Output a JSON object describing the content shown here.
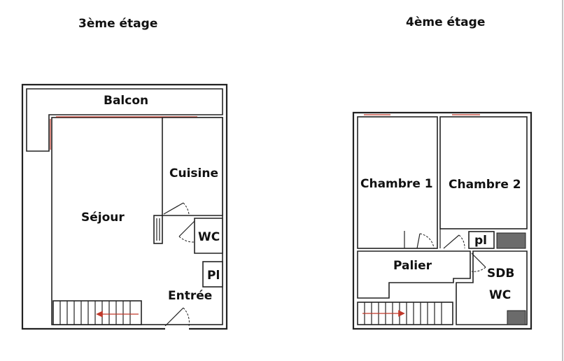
{
  "floors": [
    {
      "title": "3ème étage",
      "rooms": {
        "balcon": "Balcon",
        "cuisine": "Cuisine",
        "sejour": "Séjour",
        "wc": "WC",
        "placard": "Pl",
        "entree": "Entrée"
      }
    },
    {
      "title": "4ème étage",
      "rooms": {
        "chambre1": "Chambre 1",
        "chambre2": "Chambre 2",
        "placard": "pl",
        "palier": "Palier",
        "sdb": "SDB",
        "wc": "WC"
      }
    }
  ],
  "colors": {
    "wall": "#222222",
    "window": "#c0392b",
    "stair_arrow": "#c0392b",
    "shaft": "#6b6b6b"
  }
}
